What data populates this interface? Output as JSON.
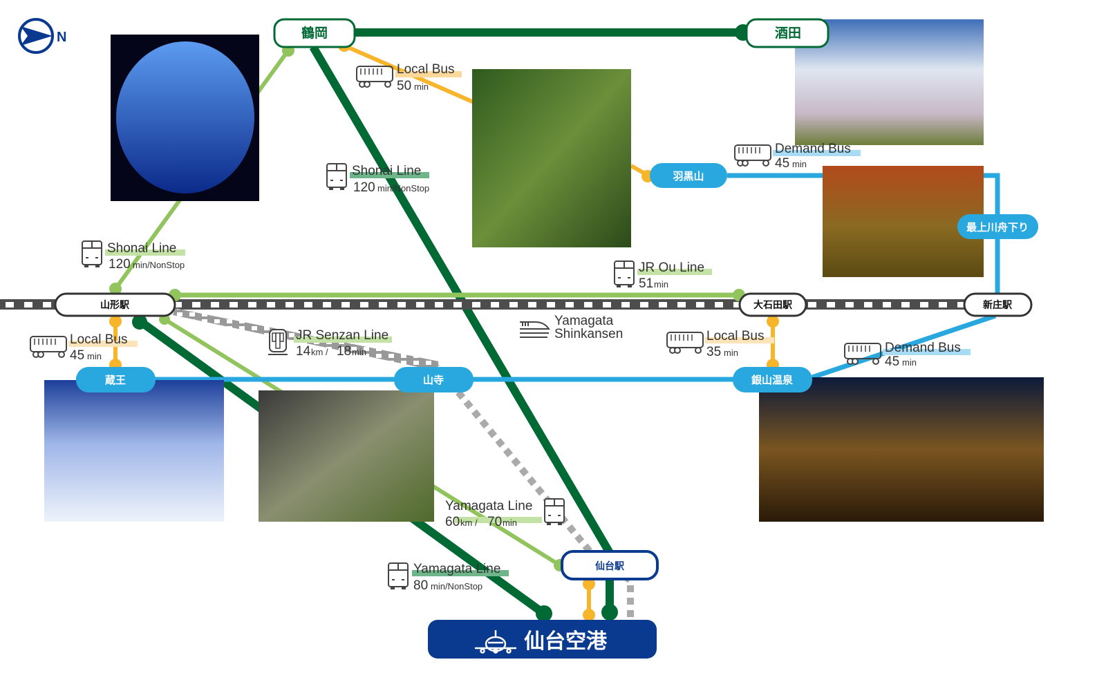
{
  "colors": {
    "dark_green": "#006934",
    "light_green": "#92c45e",
    "orange": "#f7b52c",
    "blue": "#29a8e0",
    "navy": "#0a3a8f",
    "rail": "#4d4d4d"
  },
  "compass": {
    "label": "N"
  },
  "places": {
    "tsuruoka": "鶴岡",
    "sakata": "酒田",
    "hagurosan": "羽黒山",
    "mogami": "最上川舟下り",
    "zao": "蔵王",
    "yamadera": "山寺",
    "ginzan": "銀山温泉"
  },
  "stations": {
    "yamagata": "山形駅",
    "oishida": "大石田駅",
    "shinjo": "新庄駅",
    "sendai": "仙台駅"
  },
  "airport": {
    "name": "仙台空港"
  },
  "routes": {
    "tsuruoka_bus": {
      "name": "Local Bus",
      "time": "50",
      "unit": "min"
    },
    "shonai_1": {
      "name": "Shonai Line",
      "time": "120",
      "unit": "min/NonStop"
    },
    "shonai_2": {
      "name": "Shonai Line",
      "time": "120",
      "unit": "min/NonStop"
    },
    "haguro_demand": {
      "name": "Demand Bus",
      "time": "45",
      "unit": "min"
    },
    "ou": {
      "name": "JR Ou Line",
      "time": "51",
      "unit": "min"
    },
    "zao_bus": {
      "name": "Local Bus",
      "time": "45",
      "unit": "min"
    },
    "senzan": {
      "name": "JR Senzan Line",
      "km": "14",
      "km_unit": "km / ",
      "time": "18",
      "unit": "min"
    },
    "shinkansen": {
      "line1": "Yamagata",
      "line2": "Shinkansen"
    },
    "ginzan_bus": {
      "name": "Local Bus",
      "time": "35",
      "unit": "min"
    },
    "ginzan_demand": {
      "name": "Demand Bus",
      "time": "45",
      "unit": "min"
    },
    "yamagata_60": {
      "name": "Yamagata Line",
      "km": "60",
      "km_unit": "km / ",
      "time": "70",
      "unit": "min"
    },
    "yamagata_80": {
      "name": "Yamagata Line",
      "time": "80",
      "unit": "min/NonStop"
    }
  }
}
